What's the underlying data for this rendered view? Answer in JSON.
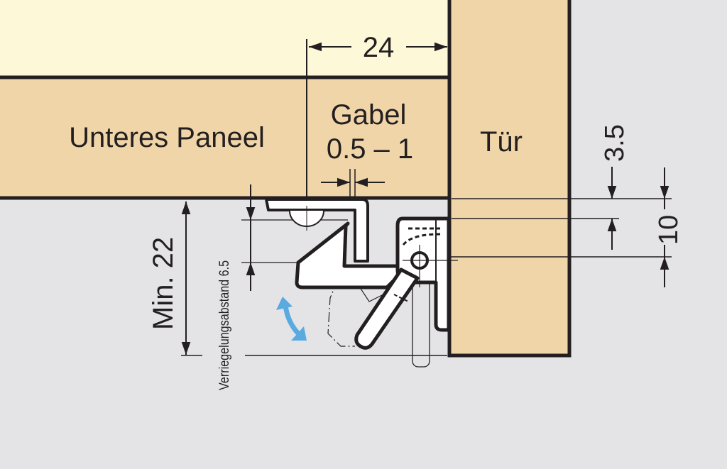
{
  "diagram": {
    "title": "Door latch mounting diagram",
    "colors": {
      "background": "#e4e4e6",
      "upper_panel": "#fdf8d8",
      "wood": "#f0d5a8",
      "outline": "#231f20",
      "part_fill": "#ffffff",
      "arrow_blue": "#5aaae0"
    },
    "labels": {
      "lower_panel": "Unteres Paneel",
      "door": "Tür",
      "fork": "Gabel",
      "fork_range": "0.5 – 1",
      "lock_distance": "Verriegelungsabstand 6.5"
    },
    "dimensions": {
      "width_24": "24",
      "min_22": "Min. 22",
      "dim_3_5": "3.5",
      "dim_10": "10"
    },
    "icons": {
      "rotate_arrow": "curved-double-arrow-icon"
    }
  }
}
